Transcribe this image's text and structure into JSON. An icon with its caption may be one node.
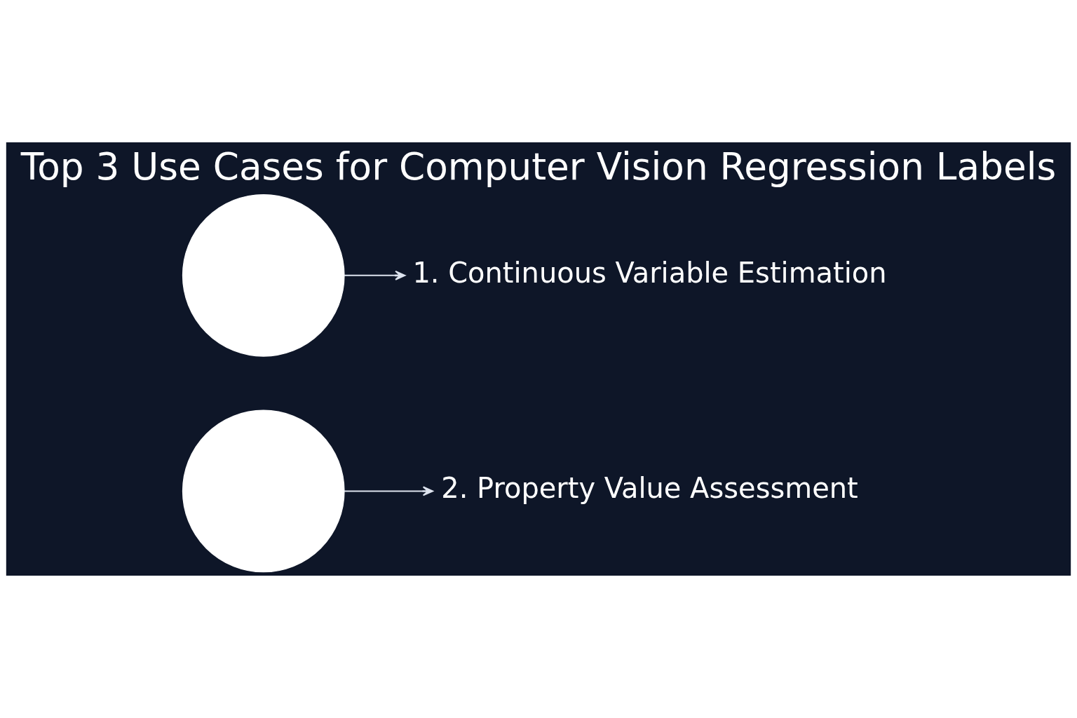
{
  "diagram": {
    "title": "Top 3 Use Cases for Computer Vision Regression Labels",
    "nodes": [
      {
        "text": [],
        "shape": "circle"
      },
      {
        "text": [
          "1. Continuous Variable Estimation"
        ]
      },
      {
        "text": [],
        "shape": "circle"
      },
      {
        "text": [
          "2. Property Value Assessment"
        ]
      }
    ],
    "edges": [
      {
        "from": 0,
        "to": 1,
        "arrow": "to"
      },
      {
        "from": 2,
        "to": 3,
        "arrow": "to"
      }
    ]
  }
}
